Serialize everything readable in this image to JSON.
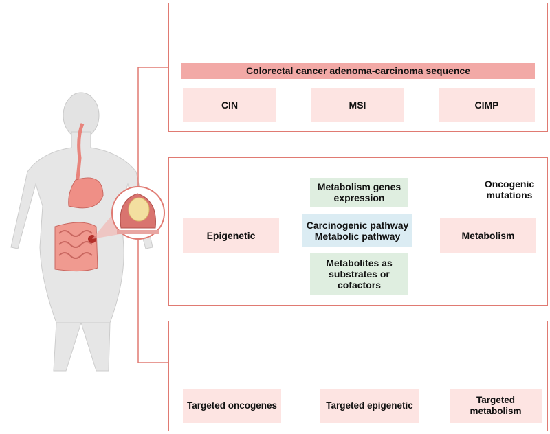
{
  "top_panel": {
    "banner": "Colorectal cancer adenoma-carcinoma sequence",
    "boxes": [
      "CIN",
      "MSI",
      "CIMP"
    ]
  },
  "middle_panel": {
    "epigenetic": "Epigenetic",
    "metabolism": "Metabolism",
    "genes_expression": "Metabolism genes\nexpression",
    "center": "Carcinogenic pathway\nMetabolic pathway",
    "metabolites": "Metabolites as\nsubstrates or\ncofactors",
    "oncogenic": "Oncogenic\nmutations"
  },
  "bottom_panel": {
    "targets": [
      "Targeted oncogenes",
      "Targeted epigenetic",
      "Targeted metabolism"
    ]
  },
  "colors": {
    "border": "#e07a72",
    "banner": "#f2a9a6",
    "pink_box": "#fde4e2",
    "green_box": "#dfeee0",
    "blue_box": "#dbecf3",
    "oncogenic_circle": "#f6e39a",
    "dna": "#1f3f8f",
    "tumor": "#f3dfa0",
    "tissue": "#d9746f"
  }
}
